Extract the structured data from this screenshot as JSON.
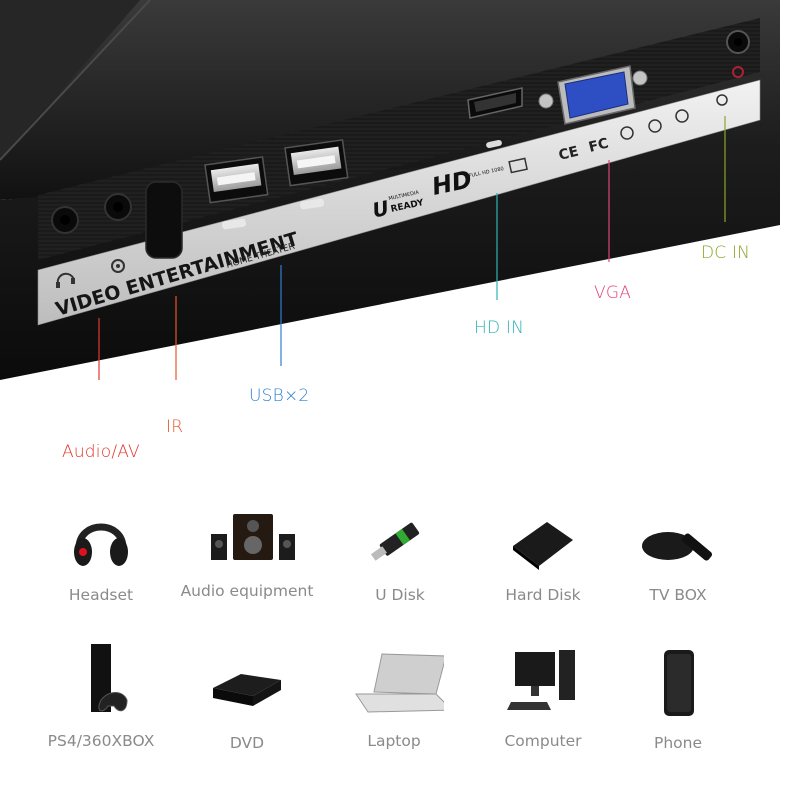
{
  "panel": {
    "brand_label": "VIDEO ENTERTAINMENT",
    "sub_label": "HOME THEATER",
    "hd_logo": "HD",
    "hd_sub": "FULL HD 1080",
    "u_logo": "U",
    "u_sub_top": "MULTIMEDIA",
    "u_sub_bottom": "READY",
    "ce_mark": "CE",
    "fc_mark": "FC"
  },
  "callouts": [
    {
      "id": "audio",
      "label": "Audio/AV",
      "color": "#e0392f"
    },
    {
      "id": "ir",
      "label": "IR",
      "color": "#e4572e"
    },
    {
      "id": "usb",
      "label": "USB×2",
      "color": "#2f7fd0"
    },
    {
      "id": "hdin",
      "label": "HD IN",
      "color": "#2fb3b8"
    },
    {
      "id": "vga",
      "label": "VGA",
      "color": "#e0457a"
    },
    {
      "id": "dcin",
      "label": "DC IN",
      "color": "#8aa628"
    }
  ],
  "devices": [
    {
      "label": "Headset",
      "icon": "headset-icon"
    },
    {
      "label": "Audio equipment",
      "icon": "speakers-icon"
    },
    {
      "label": "U Disk",
      "icon": "usb-drive-icon"
    },
    {
      "label": "Hard Disk",
      "icon": "hard-disk-icon"
    },
    {
      "label": "TV BOX",
      "icon": "tv-box-icon"
    },
    {
      "label": "PS4/360XBOX",
      "icon": "game-console-icon"
    },
    {
      "label": "DVD",
      "icon": "dvd-player-icon"
    },
    {
      "label": "Laptop",
      "icon": "laptop-icon"
    },
    {
      "label": "Computer",
      "icon": "computer-icon"
    },
    {
      "label": "Phone",
      "icon": "phone-icon"
    }
  ]
}
